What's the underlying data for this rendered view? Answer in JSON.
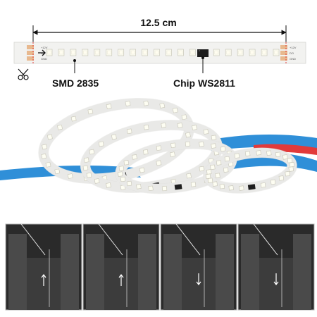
{
  "dimension": {
    "length_label": "12.5 cm"
  },
  "callouts": {
    "led": "SMD 2835",
    "chip": "Chip WS2811"
  },
  "strip": {
    "pad_labels_left": [
      "+12V",
      "DI",
      "GND"
    ],
    "pad_labels_right": [
      "+12V",
      "DO",
      "GND"
    ],
    "led_count": 20
  },
  "colors": {
    "strip_pcb": "#f2f2f0",
    "led": "#fdfdf2",
    "led_frame": "#c8c6b8",
    "reel_backing": "#2f8fd8",
    "pad": "#e8b98f",
    "cut_line": "#e23a3a",
    "panel_dark": "#2a2a2a",
    "panel_mid": "#4a4a4a"
  },
  "icons": [
    "scissors-icon",
    "arrow-right-icon",
    "arrow-up-icon",
    "arrow-down-icon"
  ],
  "animation_frames": [
    {
      "arrow": "up"
    },
    {
      "arrow": "up"
    },
    {
      "arrow": "down"
    },
    {
      "arrow": "down"
    }
  ]
}
